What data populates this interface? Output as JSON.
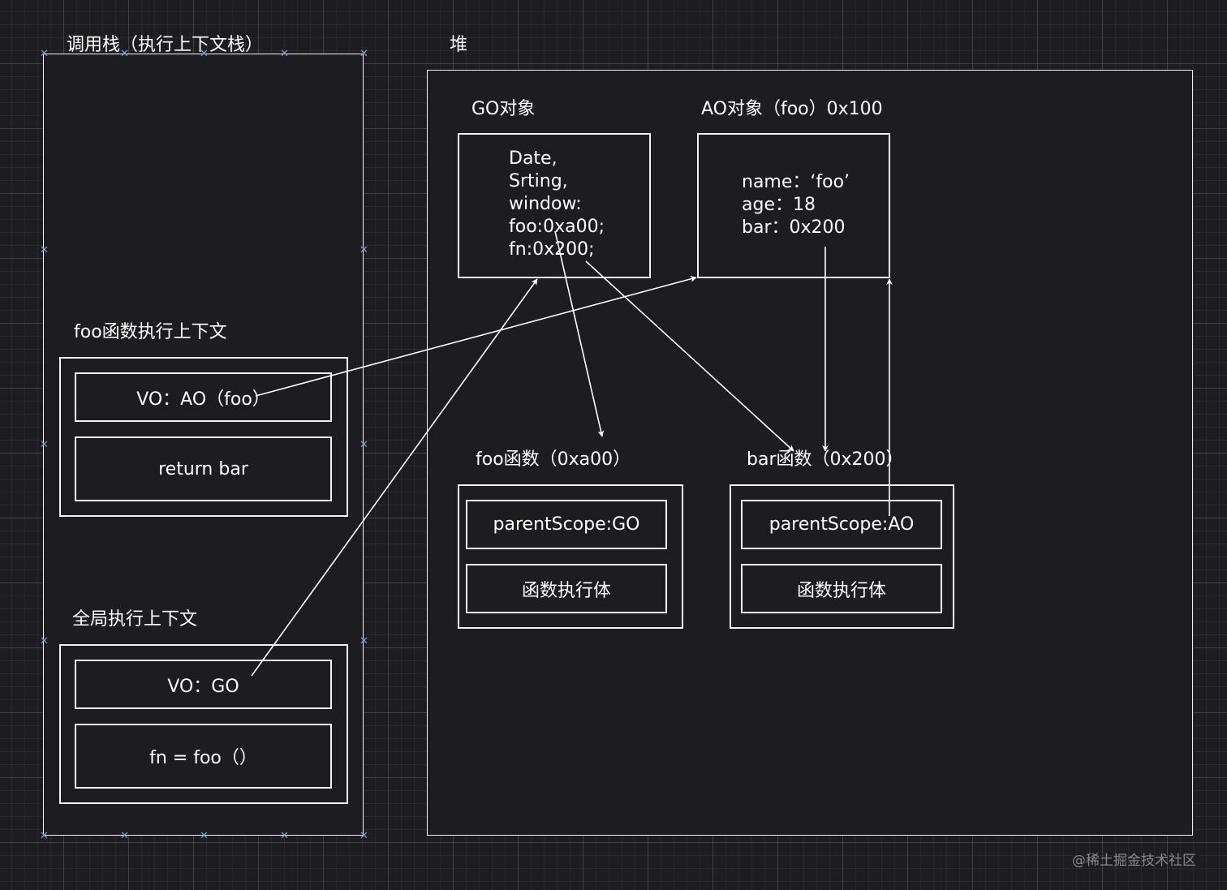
{
  "call_stack": {
    "title": "调用栈（执行上下文栈）",
    "foo_context": {
      "title": "foo函数执行上下文",
      "vo": "VO：AO（foo）",
      "body": "return bar"
    },
    "global_context": {
      "title": "全局执行上下文",
      "vo": "VO：GO",
      "body": "fn = foo（）"
    }
  },
  "heap": {
    "title": "堆",
    "go_object": {
      "title": "GO对象",
      "lines": [
        "Date,",
        "Srting,",
        "window:",
        "foo:0xa00;",
        "fn:0x200;"
      ]
    },
    "ao_object": {
      "title": "AO对象（foo）0x100",
      "lines": [
        "name：‘foo’",
        "age：18",
        "bar：0x200"
      ]
    },
    "foo_function": {
      "title": "foo函数（0xa00）",
      "scope": "parentScope:GO",
      "body": "函数执行体"
    },
    "bar_function": {
      "title": "bar函数（0x200）",
      "scope": "parentScope:AO",
      "body": "函数执行体"
    }
  },
  "watermark": "@稀土掘金技术社区",
  "colors": {
    "background": "#1c1c21",
    "stroke": "#f2f2f2",
    "text": "#ffffff",
    "selection_handle": "#7aa7d6"
  }
}
